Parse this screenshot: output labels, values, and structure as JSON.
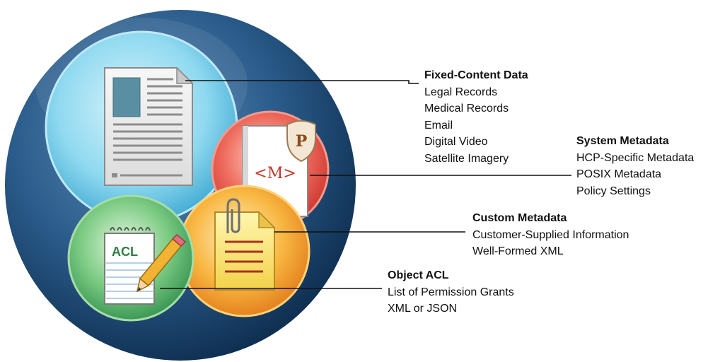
{
  "groups": {
    "fixed_content": {
      "title": "Fixed-Content Data",
      "items": [
        "Legal Records",
        "Medical Records",
        "Email",
        "Digital Video",
        "Satellite Imagery"
      ]
    },
    "system_metadata": {
      "title": "System Metadata",
      "items": [
        "HCP-Specific Metadata",
        "POSIX Metadata",
        "Policy Settings"
      ]
    },
    "custom_metadata": {
      "title": "Custom Metadata",
      "items": [
        "Customer-Supplied Information",
        "Well-Formed XML"
      ]
    },
    "object_acl": {
      "title": "Object ACL",
      "items": [
        "List of Permission Grants",
        "XML or JSON"
      ]
    }
  },
  "icon_text": {
    "metadata_tag": "<M>",
    "policy_shield": "P",
    "acl_notepad": "ACL"
  },
  "colors": {
    "outer_sphere": "#1f4f7d",
    "fixed_content_bubble": "#7fd3ee",
    "system_metadata_bubble": "#e2473a",
    "custom_metadata_bubble": "#f5a623",
    "object_acl_bubble": "#4caf6a",
    "leader_line": "#111111"
  }
}
